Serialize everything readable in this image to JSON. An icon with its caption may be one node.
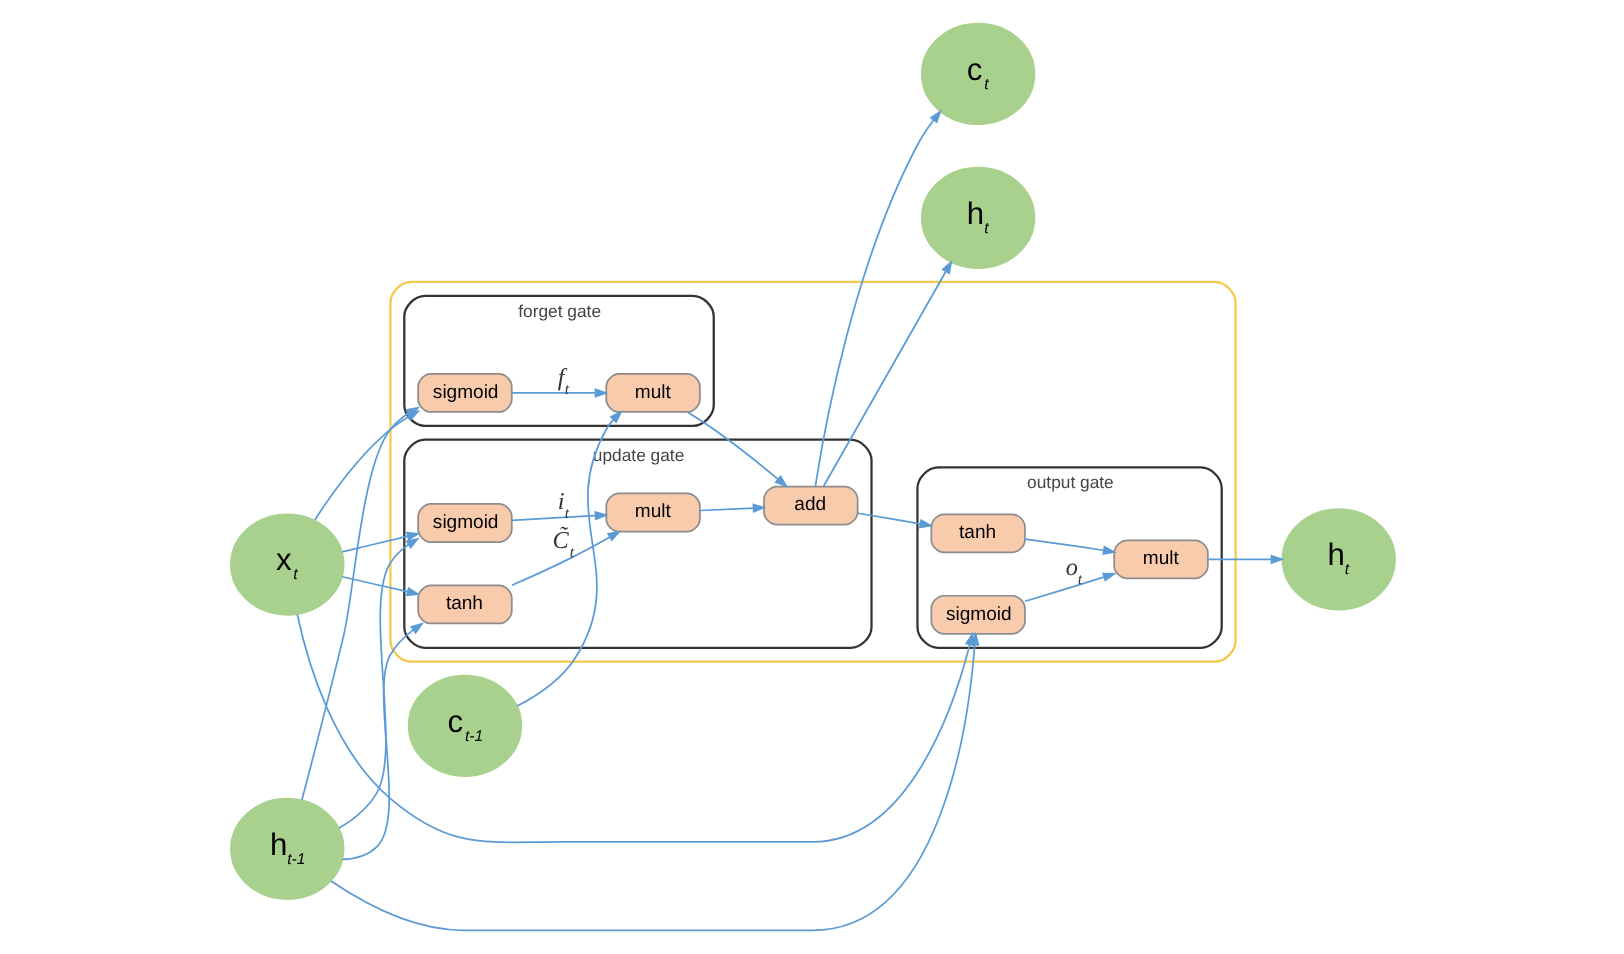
{
  "diagram": {
    "nodes": [
      {
        "text": [
          "c$_{t-1}$"
        ]
      },
      {
        "text": [],
        "shape": "box"
      },
      {
        "text": [
          "forget gate"
        ],
        "in": 1
      },
      {
        "text": [
          "mult"
        ],
        "in": 2
      },
      {
        "text": [
          "sigmoid"
        ],
        "in": 2
      },
      {
        "text": [
          "update gate"
        ],
        "in": 1
      },
      {
        "text": [
          "add"
        ],
        "in": 5
      },
      {
        "text": [
          "mult"
        ],
        "in": 5
      },
      {
        "text": [
          "sigmoid"
        ],
        "in": 5
      },
      {
        "text": [
          "tanh"
        ],
        "in": 5
      },
      {
        "text": [
          "output gate"
        ],
        "in": 1
      },
      {
        "text": [
          "tanh"
        ],
        "in": 10
      },
      {
        "text": [
          "sigmoid"
        ],
        "in": 10
      },
      {
        "text": [
          "mult"
        ],
        "in": 10
      },
      {
        "text": [
          "h$_{t}$"
        ]
      },
      {
        "text": [
          "c$_{t}$"
        ]
      },
      {
        "text": [
          "h$_{t}$"
        ]
      },
      {
        "text": [
          "h$_{t-1}$"
        ]
      },
      {
        "text": [
          "x$_{t}$"
        ]
      }
    ],
    "edges": [
      {
        "from": 0,
        "to": 3,
        "arrow": "to"
      },
      {
        "from": 3,
        "to": 6,
        "arrow": "to"
      },
      {
        "from": 6,
        "to": 15,
        "arrow": "to"
      },
      {
        "from": 6,
        "to": 14,
        "arrow": "to"
      },
      {
        "from": 6,
        "to": 11,
        "arrow": "to"
      },
      {
        "from": 4,
        "to": 3,
        "arrow": "to",
        "label": "f$_{t}$"
      },
      {
        "from": 8,
        "to": 7,
        "arrow": "to",
        "label": "i$_{t}$"
      },
      {
        "from": 9,
        "to": 7,
        "arrow": "to",
        "label": "C̃$_{t}$"
      },
      {
        "from": 7,
        "to": 6,
        "arrow": "to"
      },
      {
        "from": 11,
        "to": 13,
        "arrow": "to"
      },
      {
        "from": 12,
        "to": 13,
        "arrow": "to",
        "label": "o$_{t}$"
      },
      {
        "from": 13,
        "to": 16,
        "arrow": "to"
      },
      {
        "from": 17,
        "to": 4,
        "arrow": "to"
      },
      {
        "from": 17,
        "to": 8,
        "arrow": "to"
      },
      {
        "from": 17,
        "to": 9,
        "arrow": "to"
      },
      {
        "from": 17,
        "to": 12,
        "arrow": "to"
      },
      {
        "from": 18,
        "to": 4,
        "arrow": "to"
      },
      {
        "from": 18,
        "to": 8,
        "arrow": "to"
      },
      {
        "from": 18,
        "to": 9,
        "arrow": "to"
      },
      {
        "from": 18,
        "to": 12,
        "arrow": "to"
      }
    ]
  }
}
